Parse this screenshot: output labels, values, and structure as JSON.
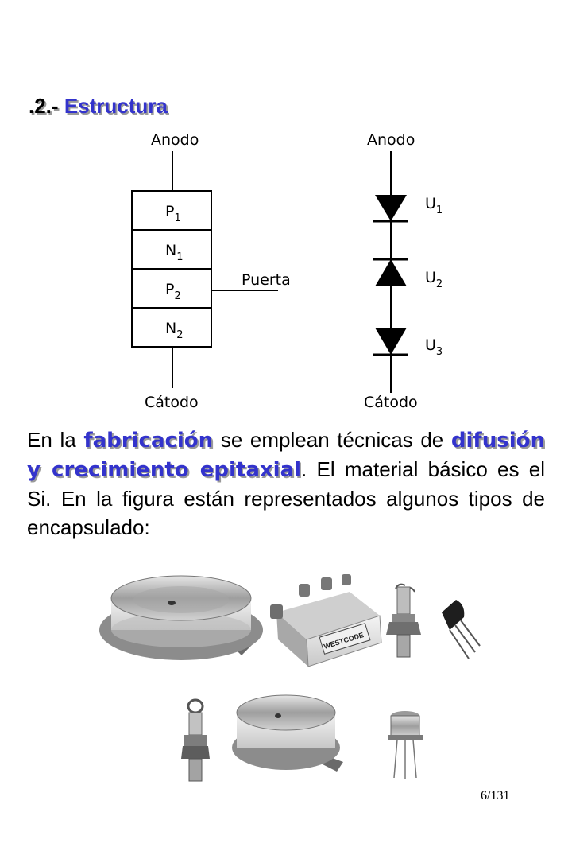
{
  "slide": {
    "title_number": ".2.-",
    "title_word": "Estructura",
    "page_number": "6/131"
  },
  "diagram_left": {
    "top_label": "Anodo",
    "bottom_label": "Cátodo",
    "gate_label": "Puerta",
    "layers": [
      {
        "letter": "P",
        "sub": "1"
      },
      {
        "letter": "N",
        "sub": "1"
      },
      {
        "letter": "P",
        "sub": "2"
      },
      {
        "letter": "N",
        "sub": "2"
      }
    ]
  },
  "diagram_right": {
    "top_label": "Anodo",
    "bottom_label": "Cátodo",
    "junctions": [
      {
        "letter": "U",
        "sub": "1"
      },
      {
        "letter": "U",
        "sub": "2"
      },
      {
        "letter": "U",
        "sub": "3"
      }
    ]
  },
  "paragraph": {
    "p1": "En la ",
    "h1": "fabricación",
    "p2": " se emplean técnicas de ",
    "h2": "difusión y crecimiento epitaxial",
    "p3": ". El material básico es el Si. En la figura están representados algunos tipos de encapsulado:"
  },
  "photos": {
    "module_brand": "WESTCODE"
  },
  "colors": {
    "accent": "#3333cc",
    "shadow": "#9a9a9a"
  }
}
